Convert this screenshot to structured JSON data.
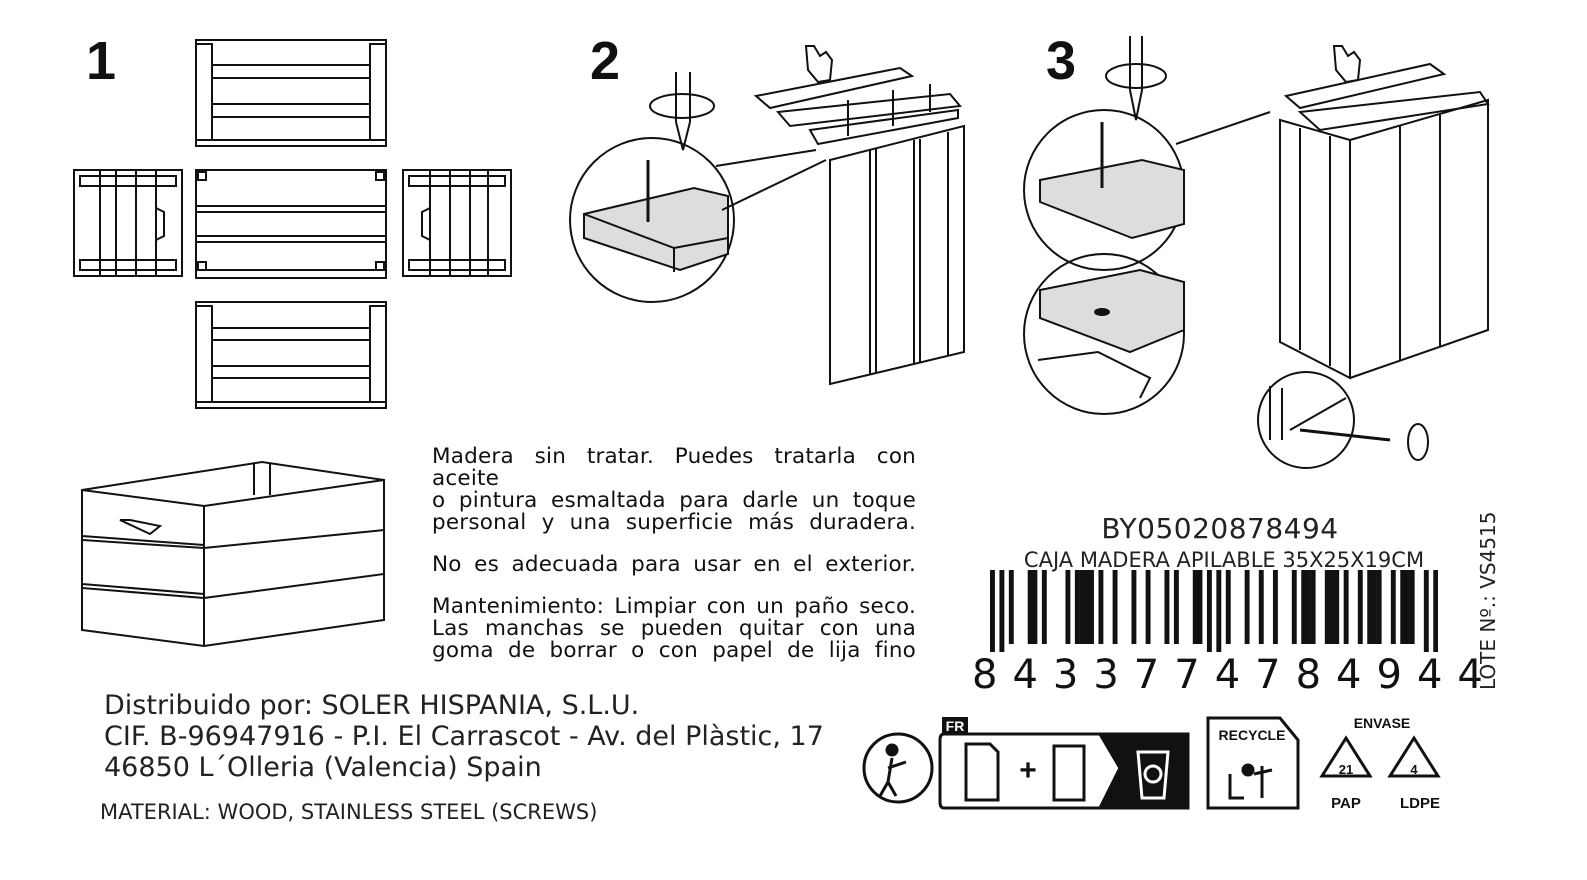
{
  "steps": {
    "step1": "1",
    "step2": "2",
    "step3": "3"
  },
  "care_text": {
    "para1_lines": [
      "Madera sin tratar. Puedes tratarla con aceite",
      "o pintura esmaltada para darle un toque",
      "personal y una superficie más duradera."
    ],
    "para2": "No es adecuada para usar en el exterior.",
    "para3_lines": [
      "Mantenimiento: Limpiar con un paño seco.",
      "Las manchas se pueden quitar con una",
      "goma de borrar o con papel de lija fino"
    ]
  },
  "distributor": {
    "line1": "Distribuido por: SOLER HISPANIA, S.L.U.",
    "line2": "CIF. B-96947916 - P.I. El Carrascot - Av. del Plàstic, 17",
    "line3": "46850 L´Olleria (Valencia) Spain"
  },
  "material": "MATERIAL: WOOD, STAINLESS STEEL (SCREWS)",
  "product": {
    "sku": "BY05020878494",
    "name": "CAJA MADERA APILABLE 35X25X19CM",
    "ean": "8433774784944",
    "lote": "LOTE Nº.: VS4515"
  },
  "recycling": {
    "fr_badge": "FR",
    "recycle_label": "RECYCLE",
    "envase_label": "ENVASE",
    "pap_code": "21",
    "pap_label": "PAP",
    "ldpe_code": "4",
    "ldpe_label": "LDPE",
    "plus": "+"
  },
  "icons": [
    "screwdriver-icon",
    "hand-pointer-icon",
    "tidyman-icon",
    "recycle-bin-icon",
    "mobius-triangle-icon"
  ]
}
